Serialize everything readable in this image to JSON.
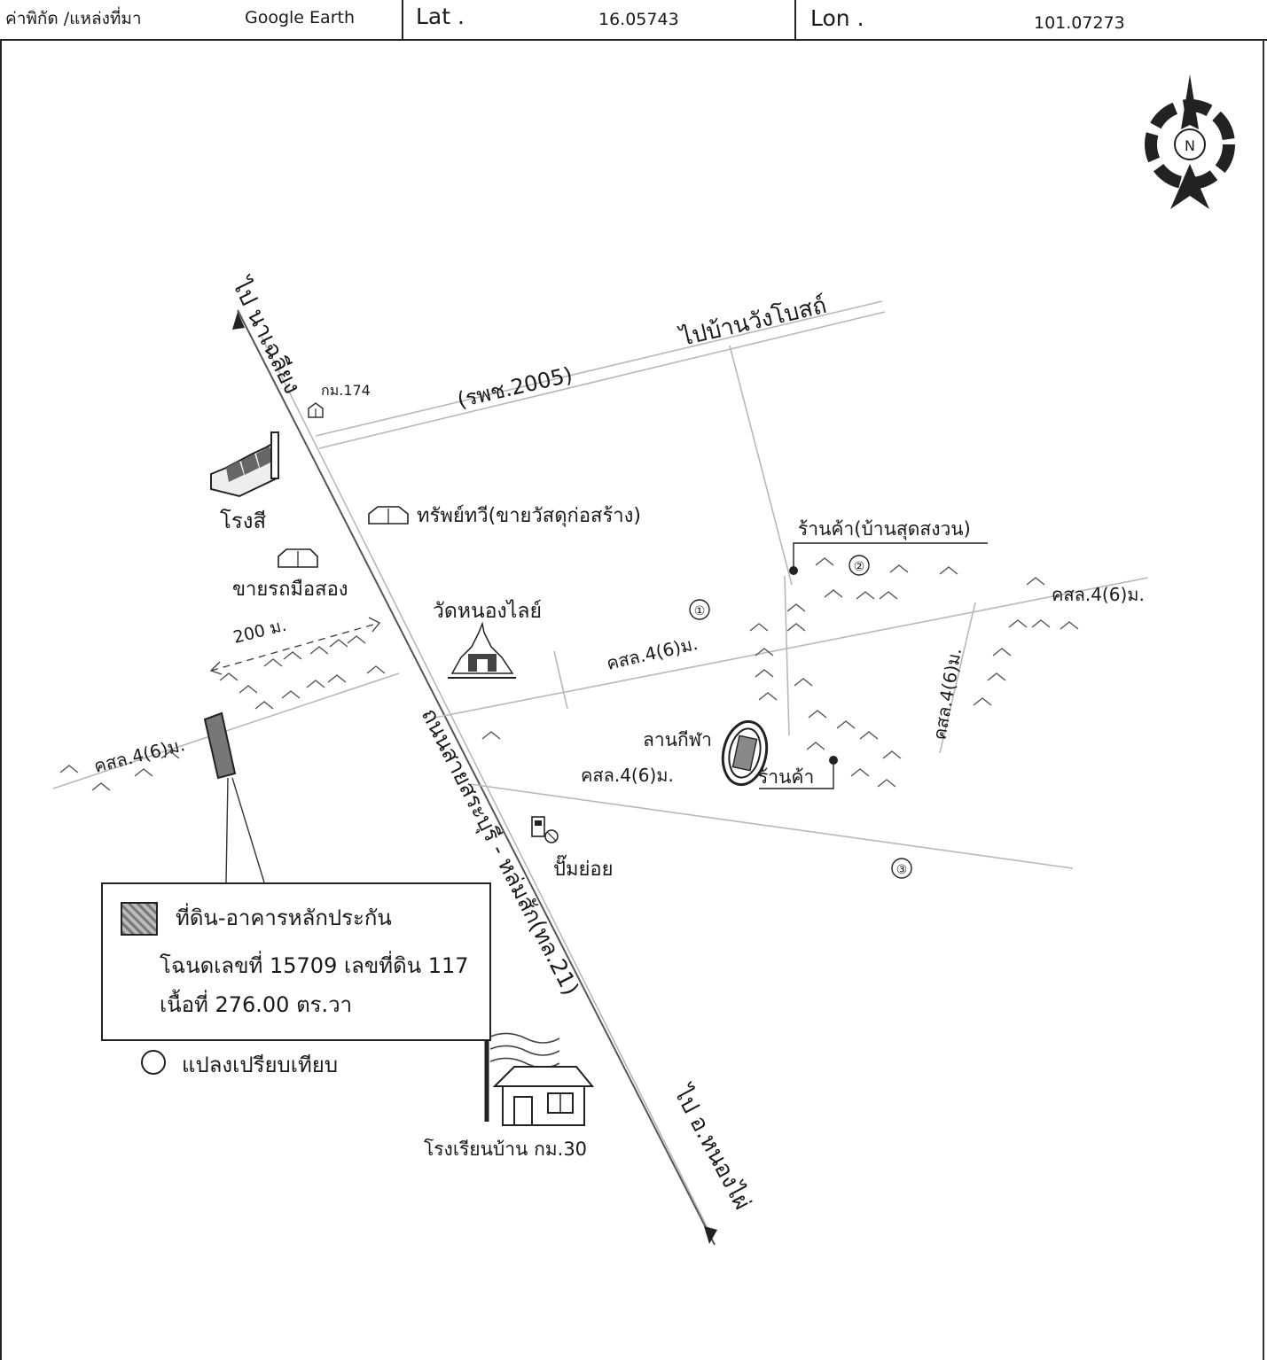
{
  "header": {
    "coord_source_label": "ค่าพิกัด /แหล่งที่มา",
    "source_value": "Google Earth",
    "lat_label": "Lat .",
    "lat_value": "16.05743",
    "lon_label": "Lon .",
    "lon_value": "101.07273"
  },
  "compass": {
    "label": "N",
    "icon": "north-arrow-icon"
  },
  "map": {
    "road_nw": "ไป นาเฉลียง",
    "road_se": "ไป อ.หนองไผ่",
    "highway_label": "ถนนสายสระบุรี - หล่มสัก(ทล.21)",
    "road_ne": "ไปบ้านวังโบสถ์",
    "road_ne_code": "(รพช.2005)",
    "km_marker": "กม.174",
    "paint_factory": "โรงสี",
    "hardware_store": "ทรัพย์ทวี(ขายวัสดุก่อสร้าง)",
    "used_car": "ขายรถมือสอง",
    "temple": "วัดหนองไลย์",
    "distance": "200 ม.",
    "lane_w": "คสล.4(6)ม.",
    "lane_1": "คสล.4(6)ม.",
    "lane_2": "คสล.4(6)ม.",
    "lane_3": "คสล.4(6)ม.",
    "lane_4": "คสล.4(6)ม.",
    "shop_top": "ร้านค้า(บ้านสุดสงวน)",
    "shop": "ร้านค้า",
    "stadium": "ลานกีฬา",
    "gas_station": "ปั๊มย่อย",
    "school": "โรงเรียนบ้าน กม.30",
    "marker_1": "①",
    "marker_2": "②",
    "marker_3": "③"
  },
  "legend": {
    "collateral_label": "ที่ดิน-อาคารหลักประกัน",
    "deed_line": "โฉนดเลขที่ 15709 เลขที่ดิน 117",
    "area_line": "เนื้อที่ 276.00 ตร.วา",
    "comparison_label": "แปลงเปรียบเทียบ"
  }
}
